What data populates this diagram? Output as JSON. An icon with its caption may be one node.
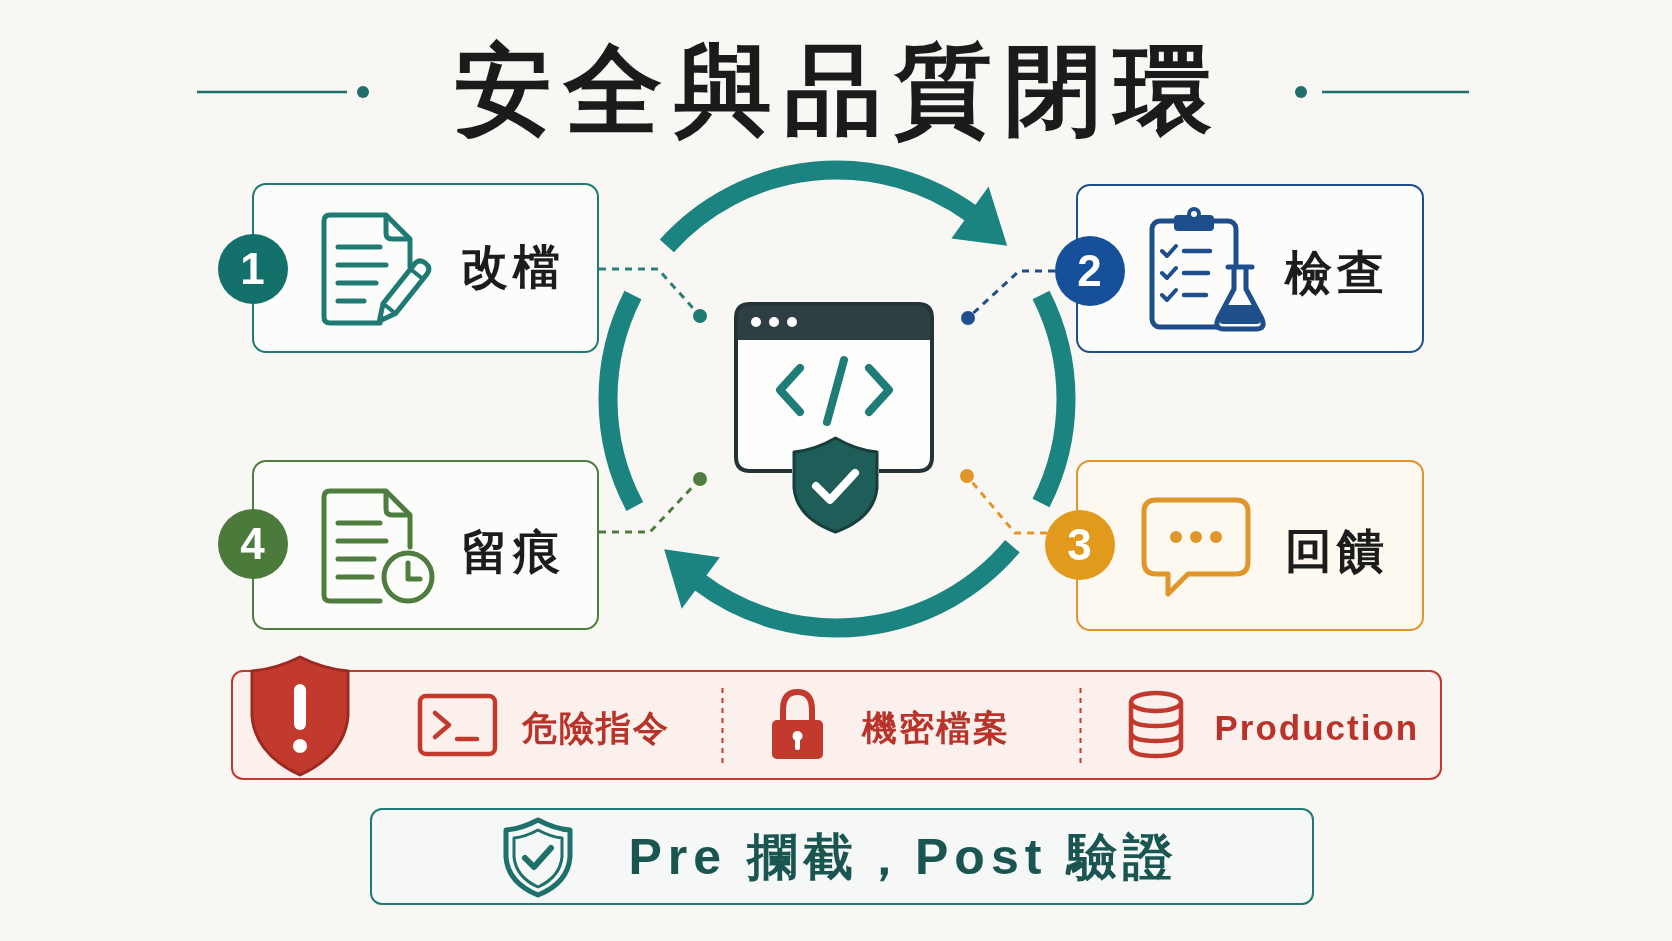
{
  "diagram": {
    "title": "安全與品質閉環",
    "nodes": [
      {
        "text": [
          "1",
          "改檔"
        ]
      },
      {
        "text": [
          "2",
          "檢查"
        ]
      },
      {
        "text": [
          "3",
          "回饋"
        ]
      },
      {
        "text": [
          "4",
          "留痕"
        ]
      },
      {
        "text": [],
        "shape": "circle"
      },
      {
        "text": [],
        "shape": "circle"
      },
      {
        "text": [],
        "shape": "circle"
      },
      {
        "text": [],
        "shape": "circle"
      },
      {
        "text": [
          "危險指令",
          "機密檔案",
          "Production"
        ]
      },
      {
        "text": [
          "Pre 攔截，Post 驗證"
        ]
      }
    ],
    "edges": [
      {
        "from": 0,
        "to": 4,
        "arrow": "none",
        "style": "dashed",
        "color": "#2a7f78"
      },
      {
        "from": 1,
        "to": 5,
        "arrow": "none",
        "style": "dashed",
        "color": "#1f4e8c"
      },
      {
        "from": 2,
        "to": 6,
        "arrow": "none",
        "style": "dashed",
        "color": "#e0962a"
      },
      {
        "from": 3,
        "to": 7,
        "arrow": "none",
        "style": "dashed",
        "color": "#4f7d3f"
      }
    ]
  }
}
